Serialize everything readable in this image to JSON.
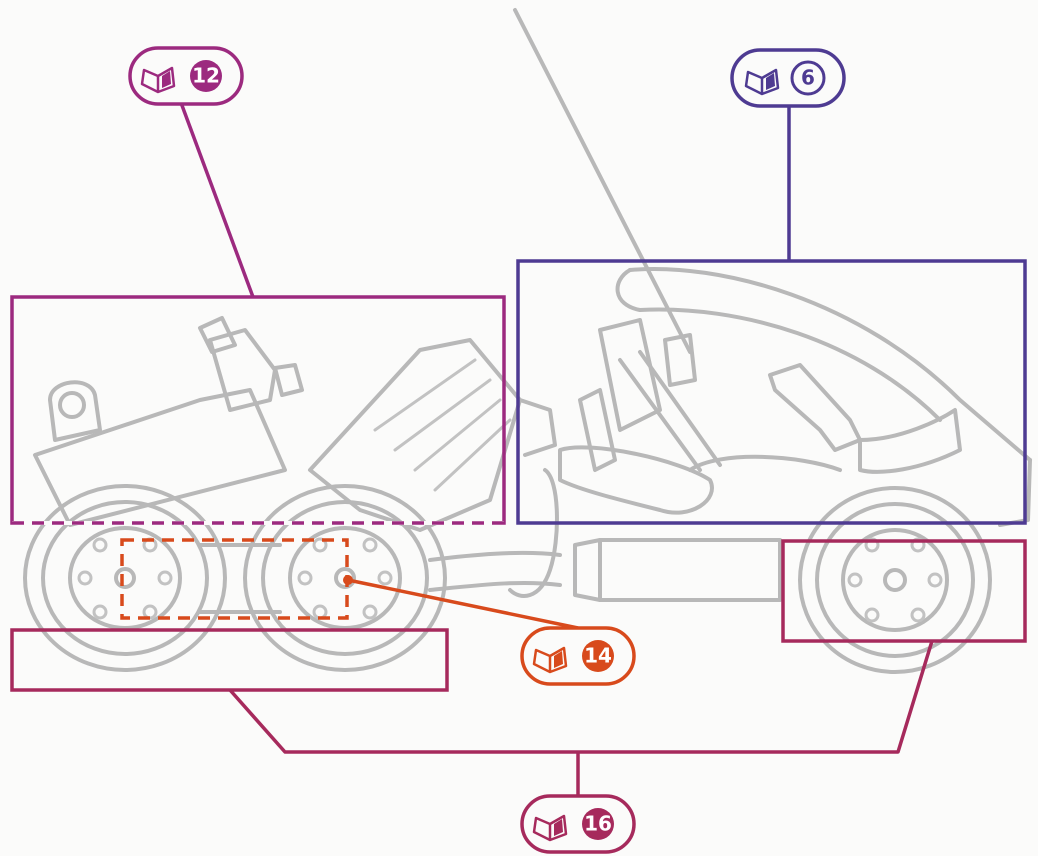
{
  "colors": {
    "magenta": "#9c2a7f",
    "purple": "#4e3b92",
    "orange": "#d84a1c",
    "crimson": "#a62a5c",
    "parts_gray": "#b8b8b8"
  },
  "icon": "open-book-icon",
  "callouts": [
    {
      "id": "front-chassis",
      "page_ref": "12",
      "color": "#9c2a7f"
    },
    {
      "id": "rear-frame",
      "page_ref": "6",
      "color": "#4e3b92"
    },
    {
      "id": "front-axle",
      "page_ref": "14",
      "color": "#d84a1c"
    },
    {
      "id": "wheels",
      "page_ref": "16",
      "color": "#a62a5c"
    }
  ]
}
